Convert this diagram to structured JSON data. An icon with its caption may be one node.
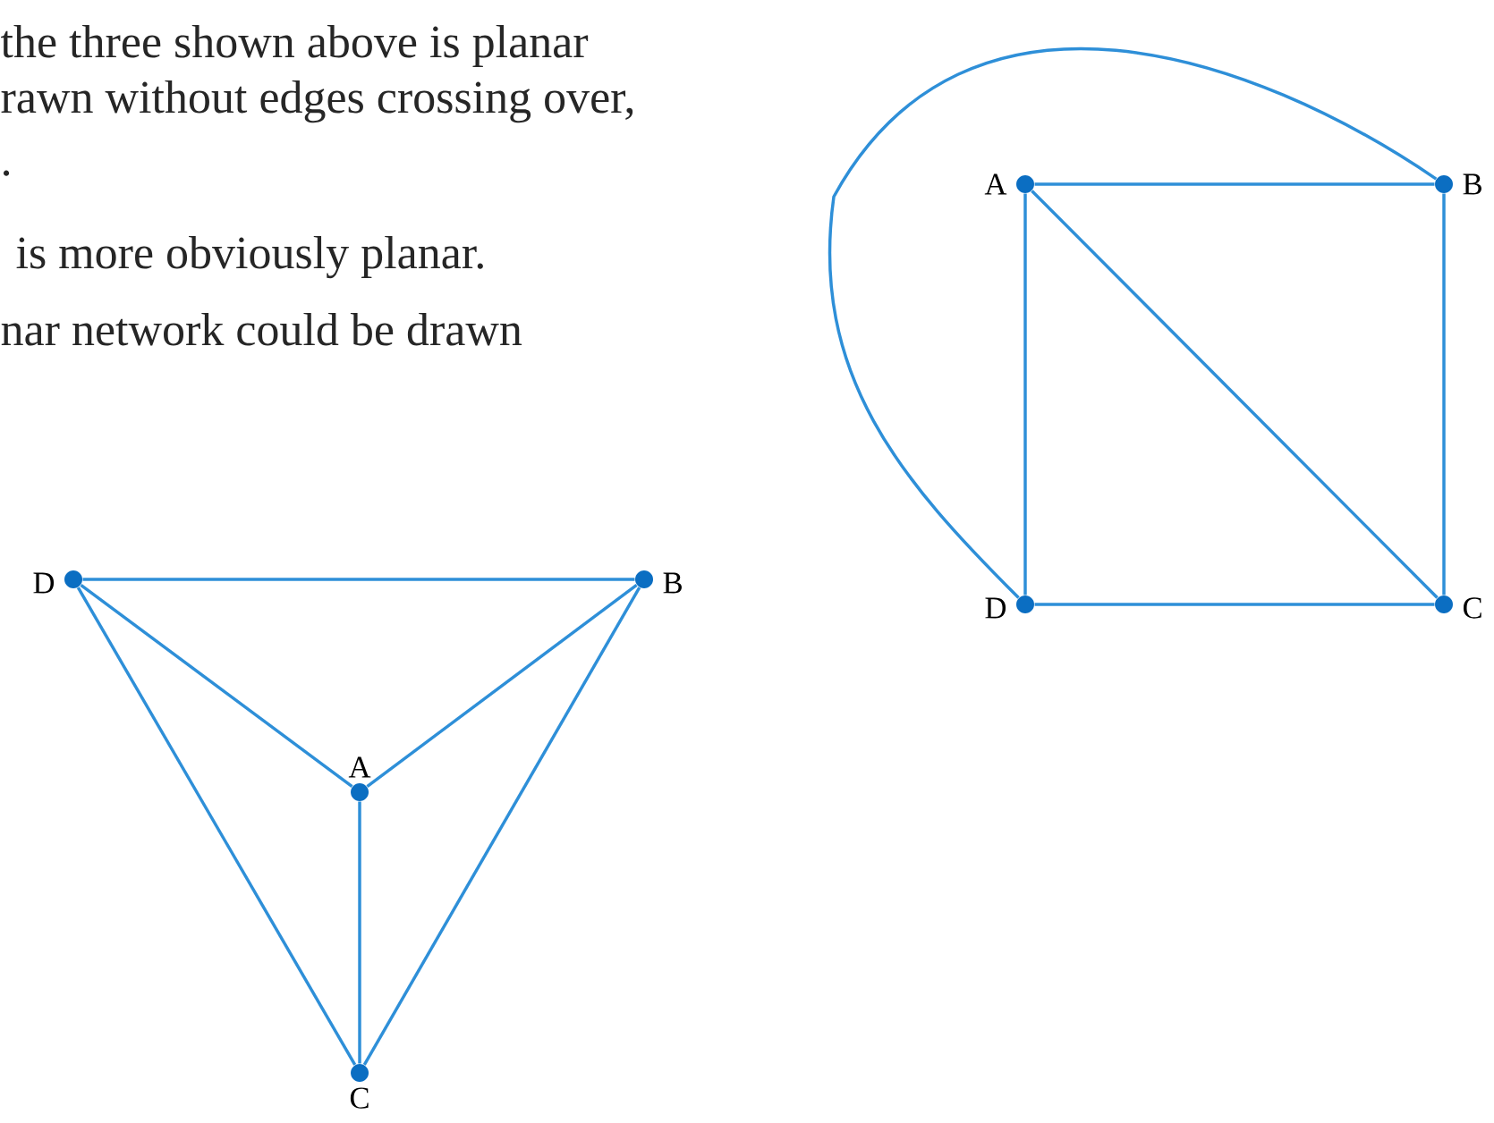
{
  "diagram": {
    "nodes": [
      {
        "text": [
          "A"
        ]
      },
      {
        "text": [
          "B"
        ]
      },
      {
        "text": [
          "C"
        ]
      },
      {
        "text": [
          "D"
        ]
      },
      {
        "text": [
          "D"
        ]
      },
      {
        "text": [
          "B"
        ]
      },
      {
        "text": [
          "A"
        ]
      },
      {
        "text": [
          "C"
        ]
      }
    ],
    "edges": [
      {
        "from": 0,
        "to": 1,
        "arrow": "none"
      },
      {
        "from": 1,
        "to": 2,
        "arrow": "none"
      },
      {
        "from": 2,
        "to": 3,
        "arrow": "none"
      },
      {
        "from": 3,
        "to": 0,
        "arrow": "none"
      },
      {
        "from": 0,
        "to": 2,
        "arrow": "none"
      },
      {
        "from": 1,
        "to": 3,
        "arrow": "none"
      },
      {
        "from": 4,
        "to": 5,
        "arrow": "none"
      },
      {
        "from": 4,
        "to": 6,
        "arrow": "none"
      },
      {
        "from": 5,
        "to": 6,
        "arrow": "none"
      },
      {
        "from": 6,
        "to": 7,
        "arrow": "none"
      },
      {
        "from": 4,
        "to": 7,
        "arrow": "none"
      },
      {
        "from": 5,
        "to": 7,
        "arrow": "none"
      }
    ],
    "labels": [
      "the three shown above is planar",
      "rawn without edges crossing over,",
      ".",
      " is more obviously planar.",
      "nar network could be drawn"
    ]
  }
}
